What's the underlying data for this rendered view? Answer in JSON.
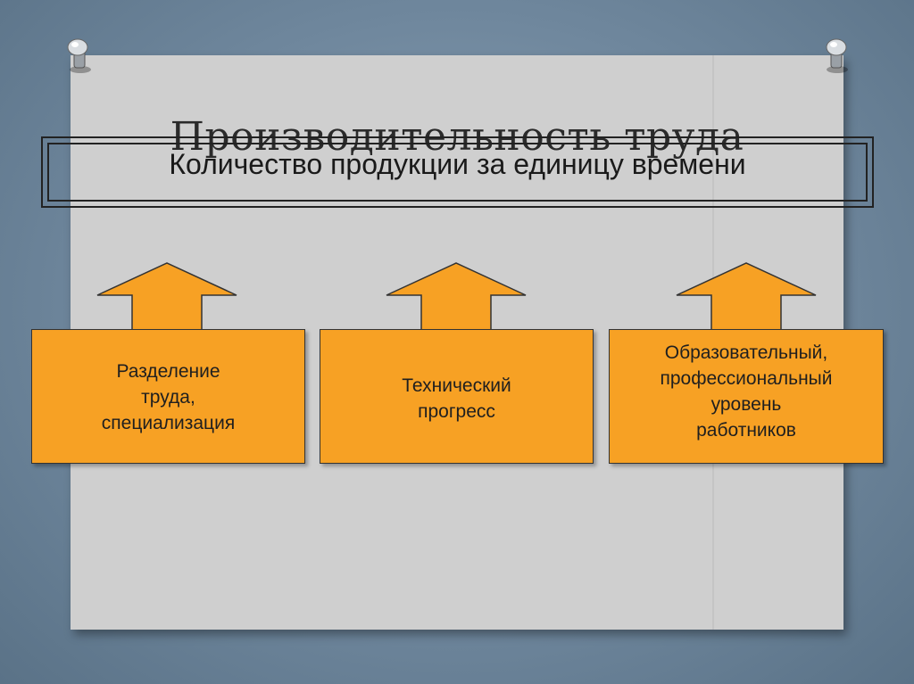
{
  "slide": {
    "title": "Производительность труда",
    "definition": "Количество продукции за единицу времени",
    "factors": [
      {
        "label": "Разделение\nтруда,\nспециализация"
      },
      {
        "label": "Технический\nпрогресс"
      },
      {
        "label": "Образовательный,\nпрофессиональный\nуровень\nработников"
      }
    ]
  },
  "colors": {
    "card_fill": "#f7a124",
    "board": "#cfcfcf",
    "background": "#6f879d"
  }
}
